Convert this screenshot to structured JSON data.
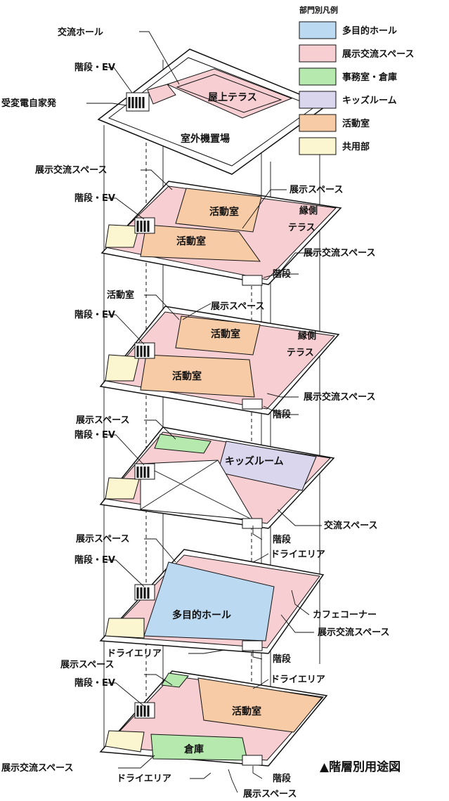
{
  "legend": {
    "title": "部門別凡例",
    "items": [
      {
        "label": "多目的ホール",
        "color": "#bcd9f2"
      },
      {
        "label": "展示交流スペース",
        "color": "#f7cfd3"
      },
      {
        "label": "事務室・倉庫",
        "color": "#b5e9ae"
      },
      {
        "label": "キッズルーム",
        "color": "#d9d6ee"
      },
      {
        "label": "活動室",
        "color": "#f6cba5"
      },
      {
        "label": "共用部",
        "color": "#fbf6cf"
      }
    ]
  },
  "colors": {
    "hall": "#bcd9f2",
    "exhibit": "#f7cfd3",
    "office": "#b5e9ae",
    "kids": "#d9d6ee",
    "activity": "#f6cba5",
    "common": "#fbf6cf",
    "line": "#111111"
  },
  "roof": {
    "callouts": [
      "交流ホール",
      "階段・EV",
      "受変電自家発"
    ],
    "rooms": [
      "屋上テラス",
      "室外機置場"
    ]
  },
  "floor4": {
    "callouts": [
      "展示交流スペース",
      "階段・EV",
      "展示スペース",
      "縁側",
      "テラス",
      "展示交流スペース",
      "階段"
    ],
    "rooms": [
      "活動室",
      "活動室"
    ]
  },
  "floor3": {
    "callouts": [
      "活動室",
      "階段・EV",
      "展示スペース",
      "縁側",
      "テラス",
      "展示交流スペース",
      "階段"
    ],
    "rooms": [
      "活動室",
      "活動室"
    ]
  },
  "floor2": {
    "callouts": [
      "展示スペース",
      "階段・EV",
      "交流スペース",
      "階段"
    ],
    "rooms": [
      "キッズルーム"
    ]
  },
  "floor1": {
    "callouts": [
      "展示スペース",
      "階段・EV",
      "ドライエリア",
      "カフェコーナー",
      "展示交流スペース",
      "ドライエリア",
      "階段"
    ],
    "rooms": [
      "多目的ホール"
    ]
  },
  "floorB1": {
    "callouts": [
      "展示スペース",
      "階段・EV",
      "ドライエリア",
      "展示交流スペース",
      "ドライエリア",
      "階段",
      "展示スペース"
    ],
    "rooms": [
      "活動室",
      "倉庫"
    ]
  },
  "caption": "▲階層別用途図"
}
